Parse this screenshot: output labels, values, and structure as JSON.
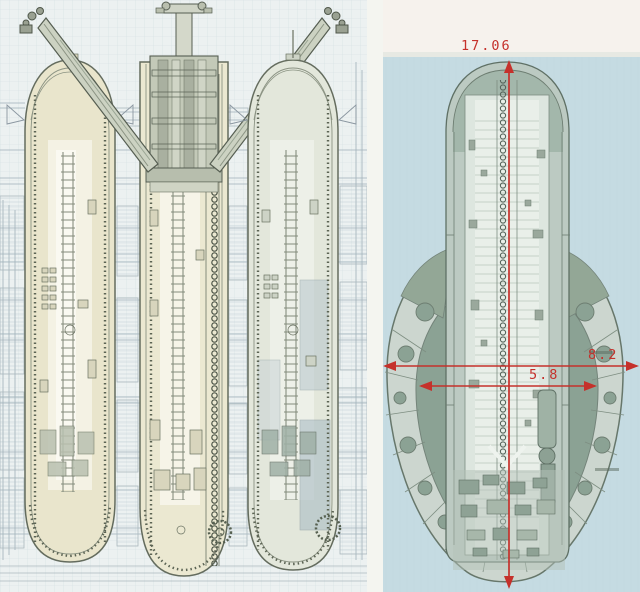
{
  "figure": {
    "right_panel": {
      "dim_height_label": "17.06",
      "dim_outer_width_label": "8.2",
      "dim_inner_width_label": "5.8"
    }
  },
  "colors": {
    "dimension_red": "#c5312b",
    "paper_blue": "#c5dbe2",
    "paper_white": "#f6f2ed",
    "drawing_cream": "#e9e6cf",
    "hull_green": "#8ba294"
  }
}
